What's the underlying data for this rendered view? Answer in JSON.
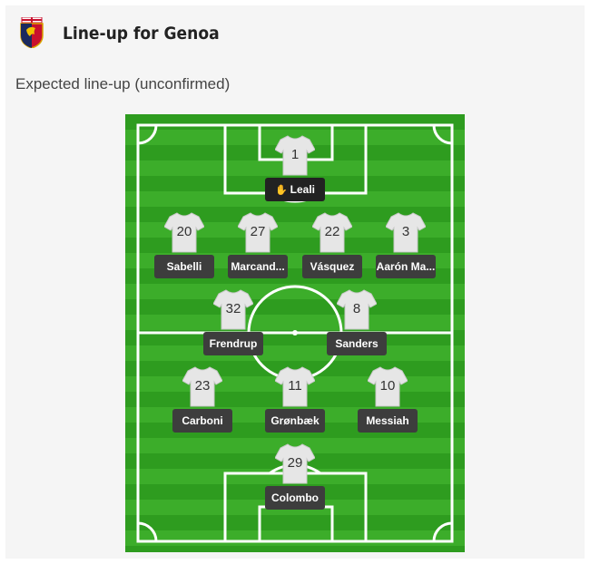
{
  "header": {
    "title": "Line-up for Genoa",
    "crest_icon": "genoa-crest-icon"
  },
  "subtitle": "Expected line-up (unconfirmed)",
  "colors": {
    "pitch_dark": "#2e9c1f",
    "pitch_light": "#3cad2a",
    "name_tag": "#3d3d3d",
    "shirt": "#e6e6e6"
  },
  "keeper_icon": "goalkeeper-glove-icon",
  "players": [
    {
      "number": "1",
      "name": "Leali",
      "role": "goalkeeper"
    },
    {
      "number": "20",
      "name": "Sabelli",
      "role": "defender"
    },
    {
      "number": "27",
      "name": "Marcand...",
      "role": "defender"
    },
    {
      "number": "22",
      "name": "Vásquez",
      "role": "defender"
    },
    {
      "number": "3",
      "name": "Aarón Ma...",
      "role": "defender"
    },
    {
      "number": "32",
      "name": "Frendrup",
      "role": "midfielder"
    },
    {
      "number": "8",
      "name": "Sanders",
      "role": "midfielder"
    },
    {
      "number": "23",
      "name": "Carboni",
      "role": "attacking-midfielder"
    },
    {
      "number": "11",
      "name": "Grønbæk",
      "role": "attacking-midfielder"
    },
    {
      "number": "10",
      "name": "Messiah",
      "role": "attacking-midfielder"
    },
    {
      "number": "29",
      "name": "Colombo",
      "role": "forward"
    }
  ]
}
